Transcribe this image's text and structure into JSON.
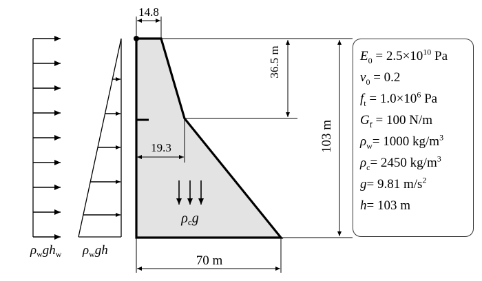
{
  "dims": {
    "crest_width": "14.8",
    "upstream_height": "36.5 m",
    "total_height": "103 m",
    "slope_offset": "19.3",
    "base_width": "70 m"
  },
  "loads": {
    "self_weight": "ρcg",
    "left_label": "ρwghw",
    "right_label": "ρwgh"
  },
  "properties": [
    {
      "sym": "E",
      "sub": "0",
      "text": " = 2.5×10",
      "sup": "10",
      "tail": " Pa"
    },
    {
      "sym": "ν",
      "sub": "0",
      "text": " = 0.2",
      "sup": "",
      "tail": ""
    },
    {
      "sym": "f",
      "sub": "t",
      "text": " = 1.0×10",
      "sup": "6",
      "tail": " Pa"
    },
    {
      "sym": "G",
      "sub": "f",
      "text": " = 100 N/m",
      "sup": "",
      "tail": ""
    },
    {
      "sym": "ρ",
      "sub": "w",
      "text": "= 1000 kg/m",
      "sup": "3",
      "tail": ""
    },
    {
      "sym": "ρ",
      "sub": "c",
      "text": "= 2450 kg/m",
      "sup": "3",
      "tail": ""
    },
    {
      "sym": "g",
      "sub": "",
      "text": "= 9.81 m/s",
      "sup": "2",
      "tail": ""
    },
    {
      "sym": "h",
      "sub": "",
      "text": "= 103 m",
      "sup": "",
      "tail": ""
    }
  ],
  "colors": {
    "dam_fill": "#e3e3e3",
    "stroke": "#000000"
  }
}
